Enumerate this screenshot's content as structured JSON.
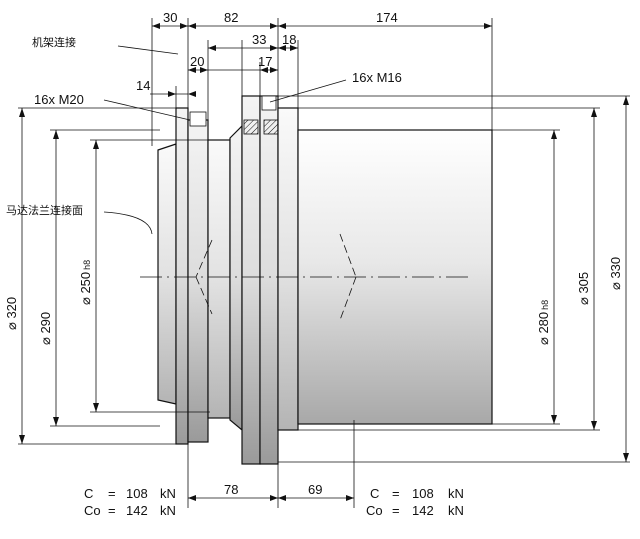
{
  "labels": {
    "frame_connection": "机架连接",
    "motor_flange_face": "马达法兰连接面",
    "bolts_left": "16x M20",
    "bolts_right": "16x M16"
  },
  "dimensions_top": {
    "d30": "30",
    "d82": "82",
    "d174": "174",
    "d33": "33",
    "d18": "18",
    "d20": "20",
    "d17": "17",
    "d14": "14"
  },
  "dimensions_bottom": {
    "d78": "78",
    "d69": "69"
  },
  "diameters": {
    "d320": "⌀ 320",
    "d290": "⌀ 290",
    "d250": "⌀ 250",
    "d250_tol": "h8",
    "d280": "⌀ 280",
    "d280_tol": "h8",
    "d305": "⌀ 305",
    "d330": "⌀ 330"
  },
  "loads_left": {
    "c_label": "C",
    "c_eq": "=",
    "c_value": "108",
    "c_unit": "kN",
    "co_label": "Co",
    "co_eq": "=",
    "co_value": "142",
    "co_unit": "kN"
  },
  "loads_right": {
    "c_label": "C",
    "c_eq": "=",
    "c_value": "108",
    "c_unit": "kN",
    "co_label": "Co",
    "co_eq": "=",
    "co_value": "142",
    "co_unit": "kN"
  }
}
